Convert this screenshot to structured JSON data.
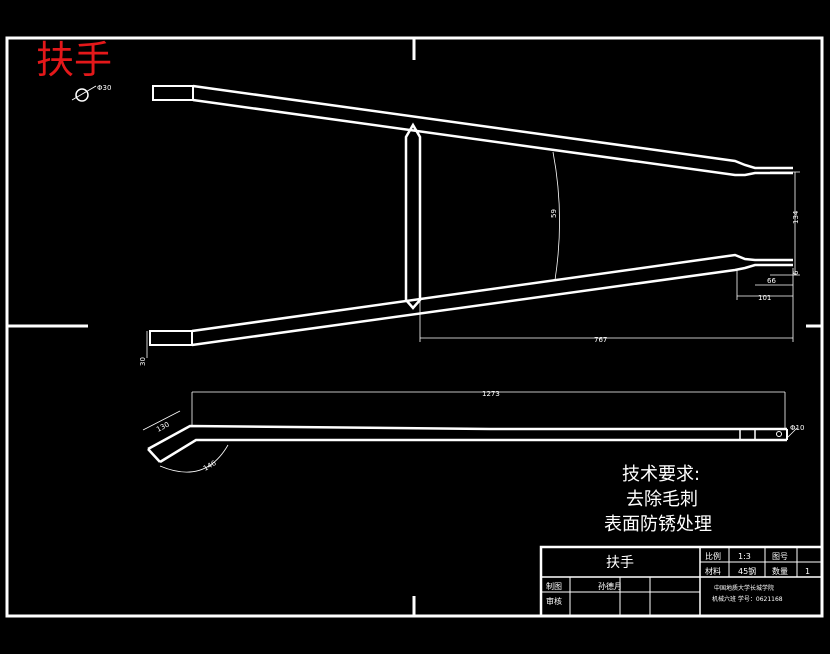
{
  "drawing": {
    "label_top": "扶手",
    "dims": {
      "hole": "Φ30",
      "width_top": "134",
      "angle": "59",
      "ext_short": "66",
      "ext_long": "101",
      "tip": "6",
      "end": "30",
      "span": "767",
      "length": "1273",
      "bend_len": "130",
      "bend_angle": "146",
      "tail": "Φ10"
    },
    "requirements": {
      "title": "技术要求:",
      "line1": "去除毛刺",
      "line2": "表面防锈处理"
    }
  },
  "title_block": {
    "part_name": "扶手",
    "scale_label": "比例",
    "scale_value": "1:3",
    "drawing_no_label": "图号",
    "material_label": "材料",
    "material_value": "45钢",
    "qty_label": "数量",
    "qty_value": "1",
    "draw_label": "制图",
    "draw_name": "孙德月",
    "review_label": "审核",
    "school": "中国地质大学长城学院",
    "class_info": "机械六班   学号：0621168"
  }
}
